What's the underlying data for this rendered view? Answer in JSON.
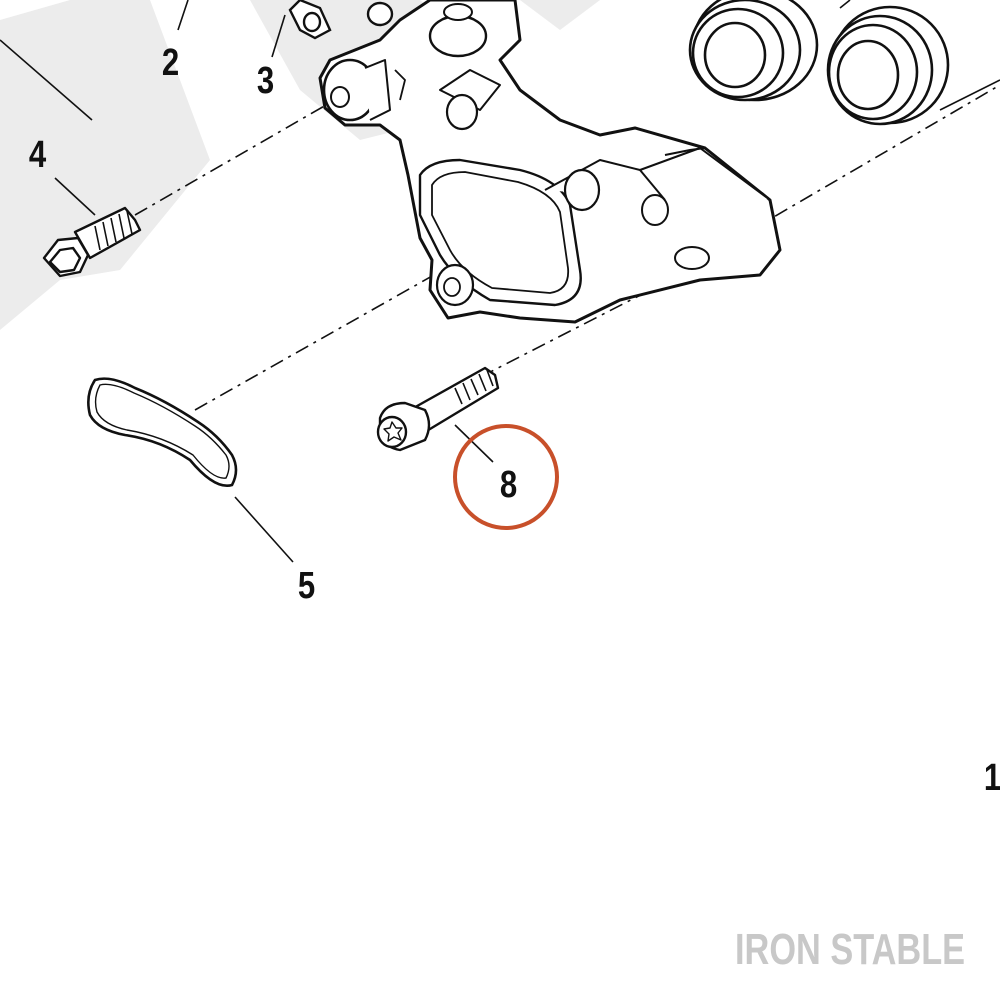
{
  "callouts": {
    "c1": "1",
    "c2": "2",
    "c3": "3",
    "c4": "4",
    "c5": "5",
    "c8": "8"
  },
  "highlight": {
    "part": "8",
    "color": "#c8502a"
  },
  "watermark": {
    "text": "IRON STABLE",
    "color": "#c8c8c8"
  },
  "colors": {
    "line": "#111111",
    "background": "#ffffff",
    "watermark_shape": "#ececec"
  }
}
